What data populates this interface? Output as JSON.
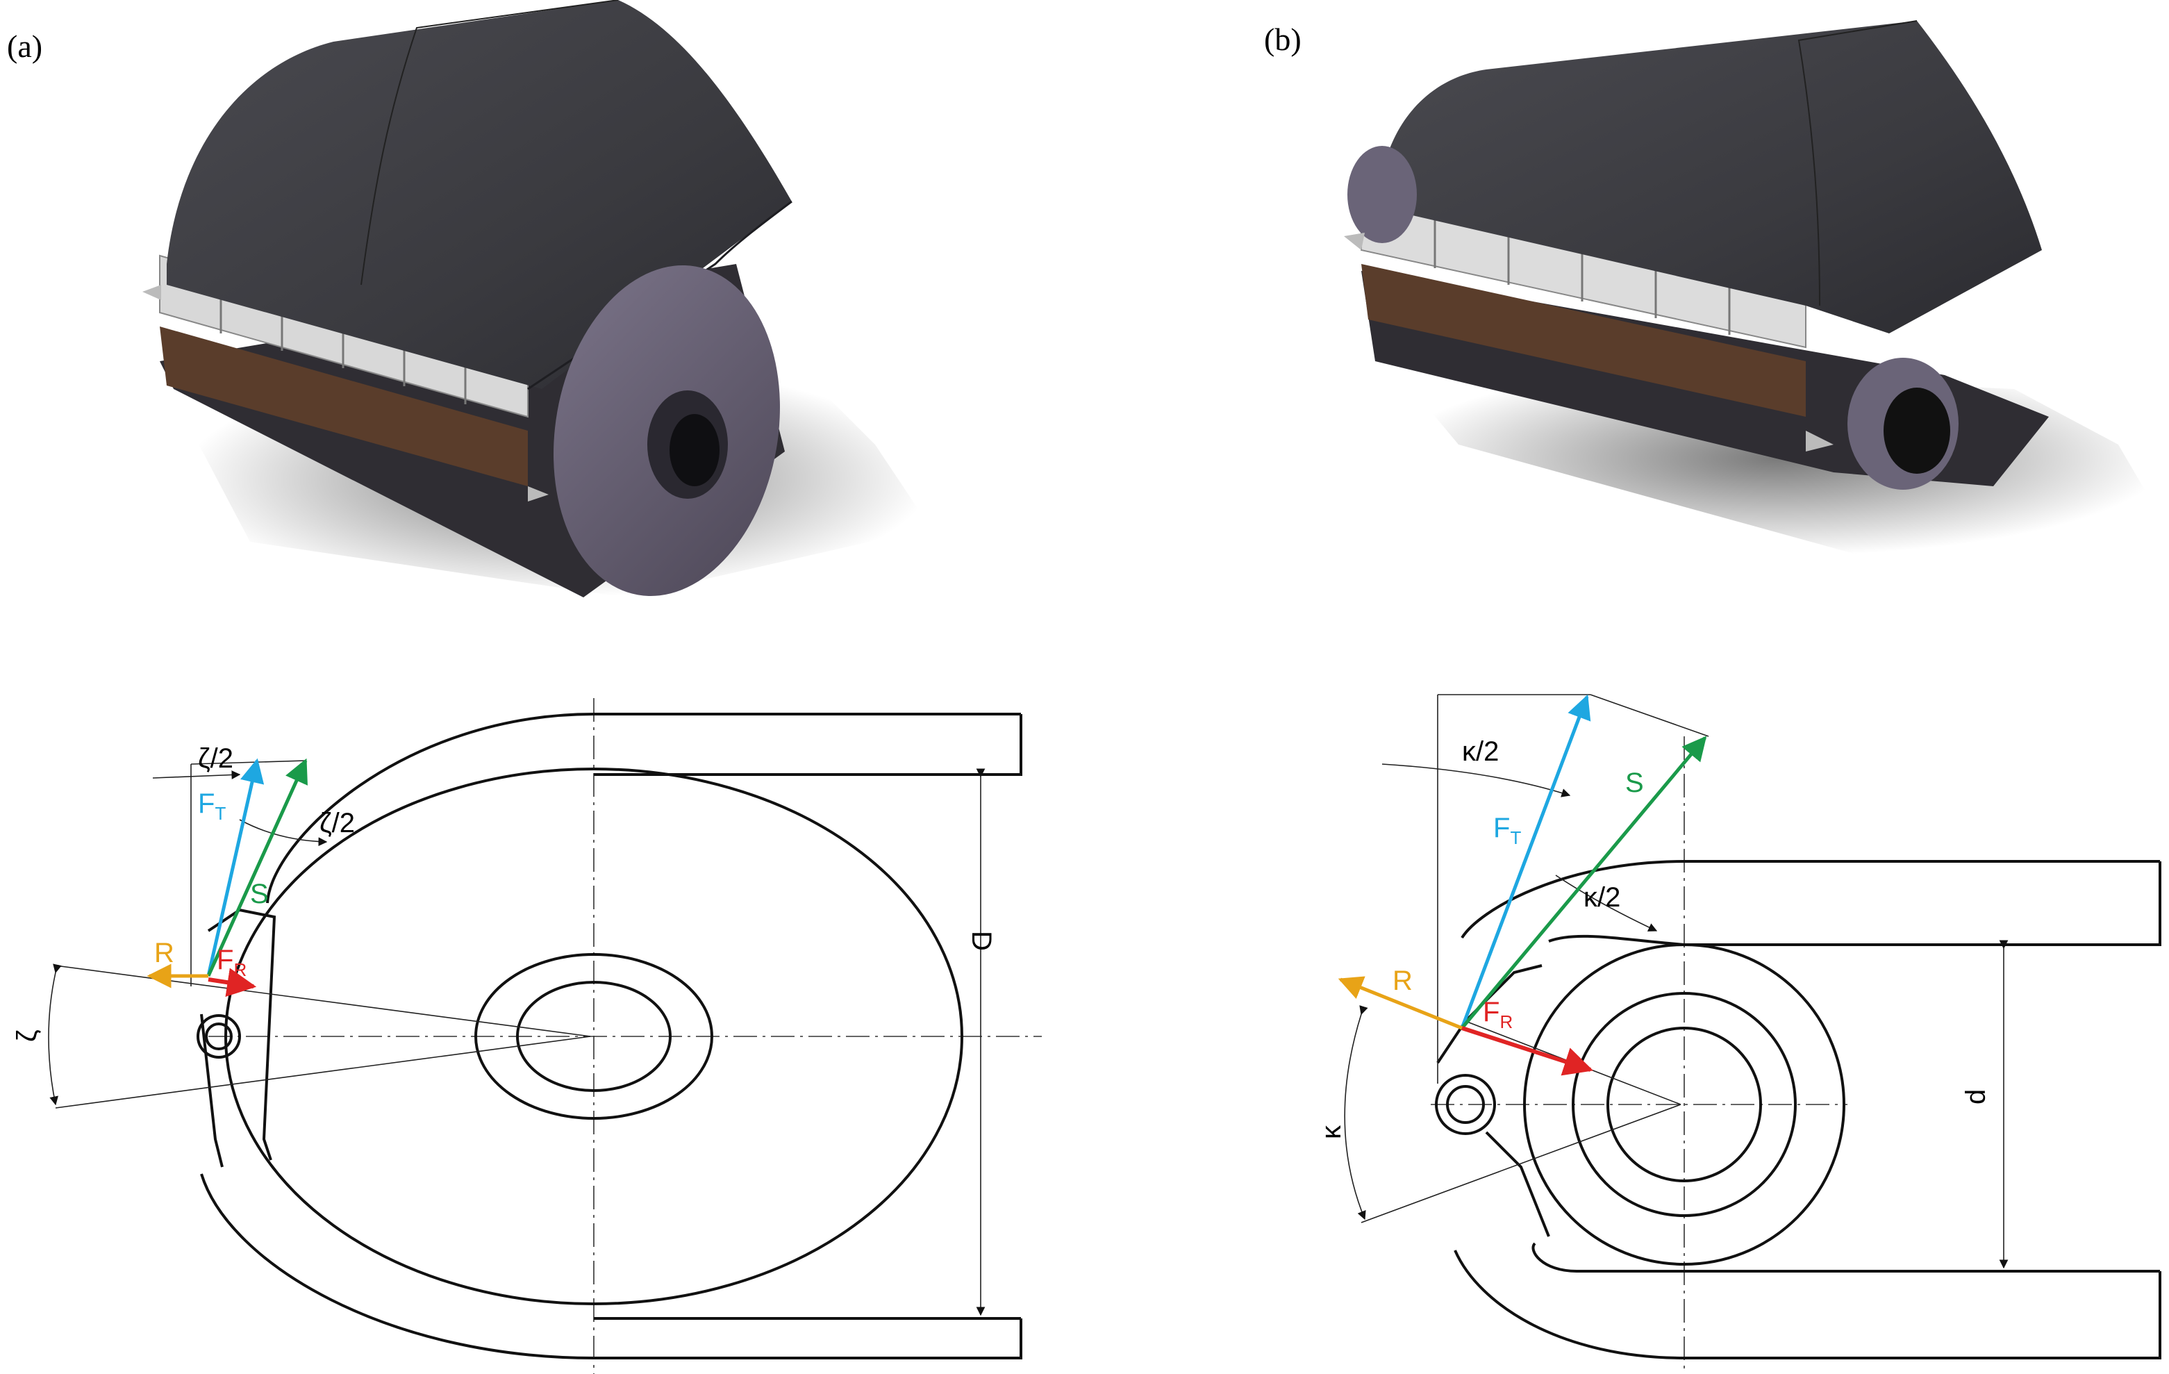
{
  "panels": [
    {
      "label": "(a)",
      "symbols": {
        "angle_half_top": "ζ/2",
        "angle_half_mid": "ζ/2",
        "angle": "ζ",
        "tension": "F",
        "tension_sub": "T",
        "resultant": "S",
        "radial_force": "F",
        "radial_force_sub": "R",
        "reaction": "R",
        "dimension": "D"
      }
    },
    {
      "label": "(b)",
      "symbols": {
        "angle_half_top": "κ/2",
        "angle_half_mid": "κ/2",
        "angle": "κ",
        "tension": "F",
        "tension_sub": "T",
        "resultant": "S",
        "radial_force": "F",
        "radial_force_sub": "R",
        "reaction": "R",
        "dimension": "d"
      }
    }
  ],
  "colors": {
    "tension": "#1ea7e1",
    "resultant": "#1a9a4a",
    "radial_force": "#e02424",
    "reaction": "#e8a317",
    "belt_dark": "#3a3a3e",
    "belt_top": "#55555a",
    "pulley_face": "#6a6478",
    "rubber_brown": "#5a3d2b",
    "clip_silver": "#d8d8d8"
  }
}
